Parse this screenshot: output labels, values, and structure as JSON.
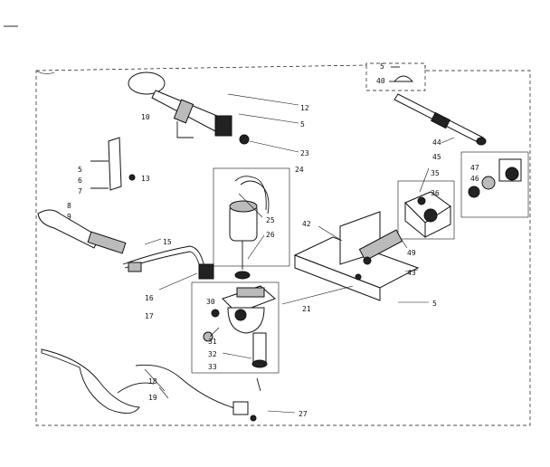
{
  "diagram": {
    "callouts": {
      "p5_top": "5",
      "p40": "40",
      "p12": "12",
      "p5_upper": "5",
      "p10": "10",
      "p23": "23",
      "p24": "24",
      "p44": "44",
      "p45": "45",
      "p35": "35",
      "p47": "47",
      "p46": "46",
      "p36": "36",
      "p5_left": "5",
      "p6": "6",
      "p7": "7",
      "p13": "13",
      "p8": "8",
      "p9": "9",
      "p25": "25",
      "p26": "26",
      "p42": "42",
      "p49": "49",
      "p43": "43",
      "p15": "15",
      "p16": "16",
      "p17": "17",
      "p30": "30",
      "p21": "21",
      "p5_right": "5",
      "p31": "31",
      "p32": "32",
      "p33": "33",
      "p18": "18",
      "p19": "19",
      "p27": "27"
    }
  }
}
